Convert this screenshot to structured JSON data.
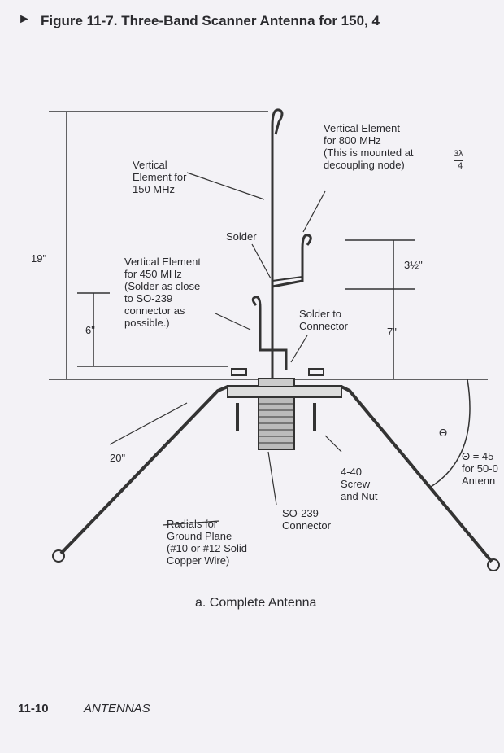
{
  "figure_title": "Figure 11-7. Three-Band Scanner Antenna for 150, 4",
  "bullet": "►",
  "labels": {
    "vertical_800": "Vertical Element\nfor 800 MHz\n(This is mounted at\ndecoupling node)",
    "fraction_num": "3λ",
    "fraction_den": "4",
    "vertical_150": "Vertical\nElement for\n150 MHz",
    "solder": "Solder",
    "vertical_450": "Vertical Element\nfor 450 MHz\n(Solder as close\nto SO-239\nconnector as\npossible.)",
    "solder_to_connector": "Solder to\nConnector",
    "dim_19": "19\"",
    "dim_6": "6\"",
    "dim_3_5": "3½\"",
    "dim_7": "7\"",
    "dim_20": "20\"",
    "theta": "Θ",
    "theta_note": "Θ = 45\nfor 50-0\nAntenn",
    "screw": "4-40\nScrew\nand Nut",
    "connector": "SO-239\nConnector",
    "radials": "Radials for\nGround Plane\n(#10 or #12 Solid\nCopper Wire)"
  },
  "caption": "a. Complete Antenna",
  "footer": {
    "page": "11-10",
    "section": "ANTENNAS"
  }
}
